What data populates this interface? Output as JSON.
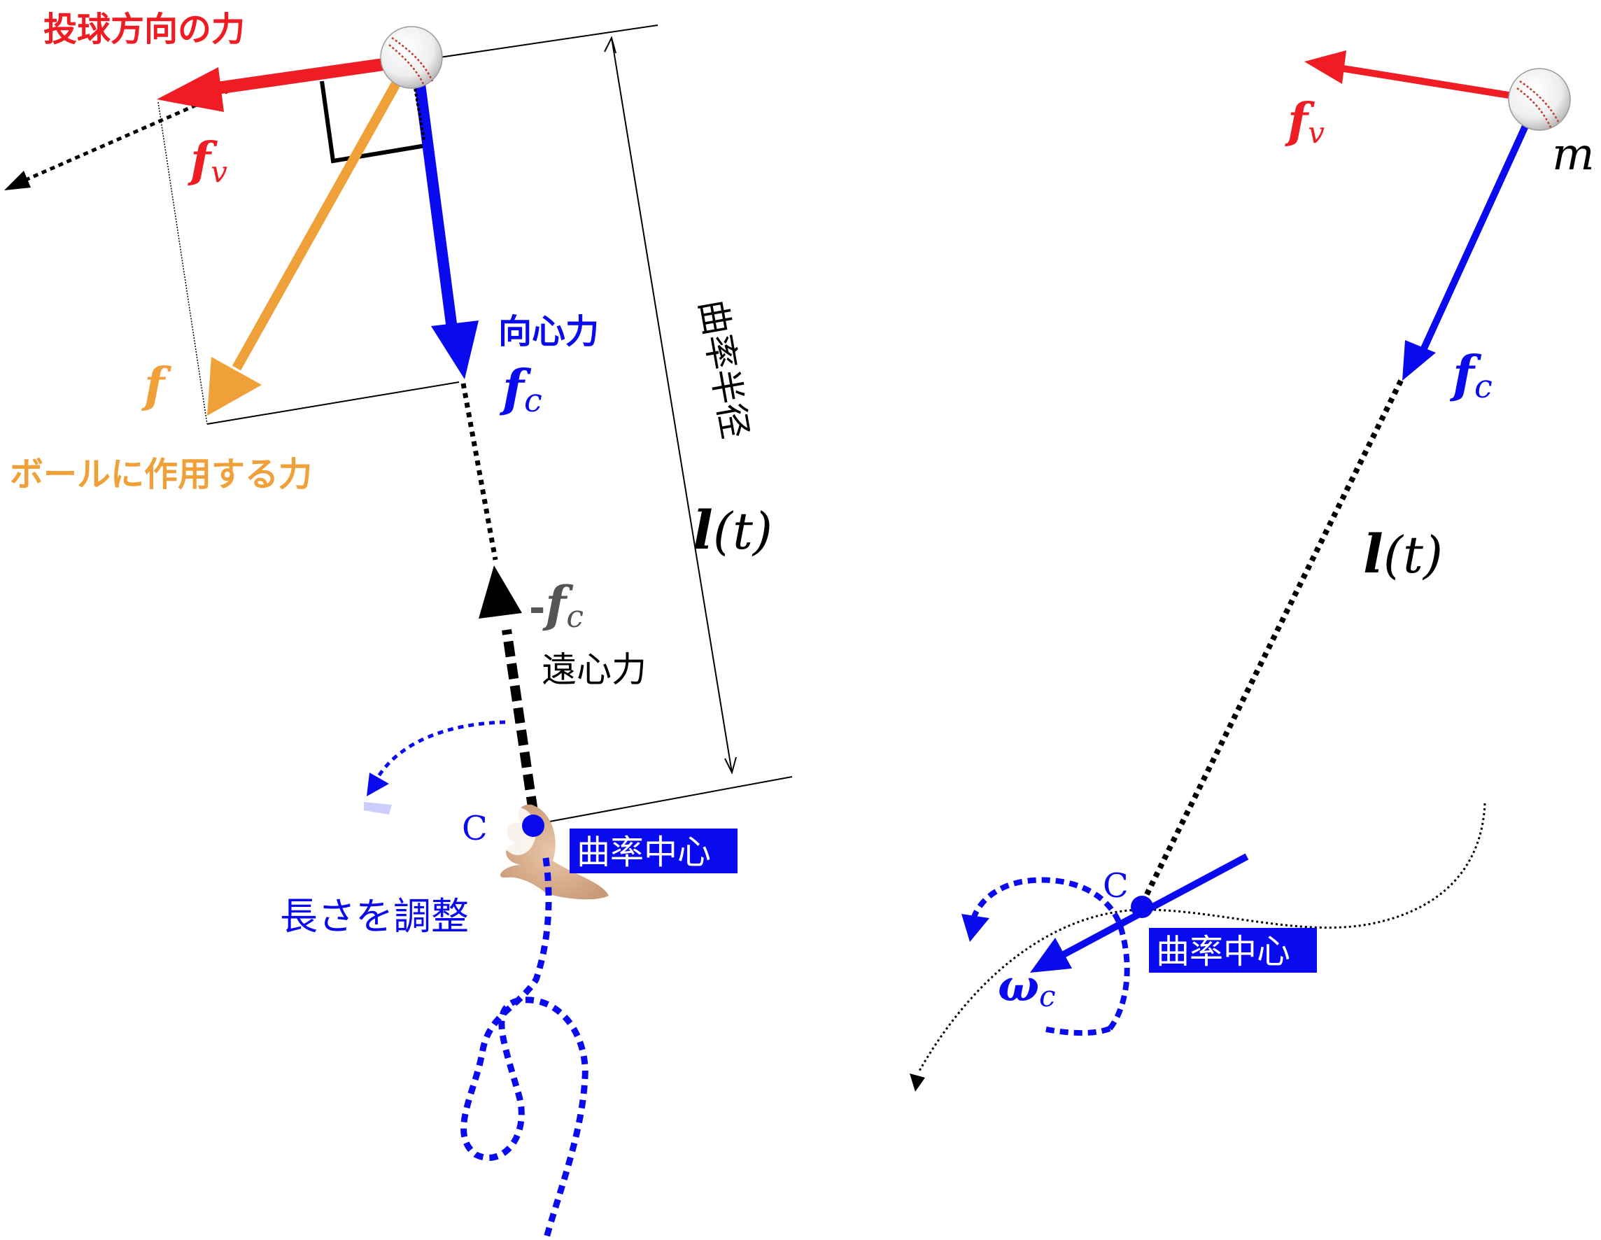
{
  "left": {
    "throw_direction_label": "投球方向の力",
    "fv_symbol": "f",
    "fv_sub": "v",
    "f_symbol": "f",
    "ball_force_label": "ボールに作用する力",
    "centripetal_label": "向心力",
    "fc_symbol": "f",
    "fc_sub": "c",
    "radius_label": "曲率半径",
    "length_symbol": "l",
    "length_arg": "(t)",
    "neg_fc_prefix": "-",
    "neg_fc_symbol": "f",
    "neg_fc_sub": "c",
    "centrifugal_label": "遠心力",
    "center_point": "C",
    "center_label": "曲率中心",
    "adjust_label": "長さを調整"
  },
  "right": {
    "fv_symbol": "f",
    "fv_sub": "v",
    "mass_symbol": "m",
    "fc_symbol": "f",
    "fc_sub": "c",
    "length_symbol": "l",
    "length_arg": "(t)",
    "center_point": "C",
    "center_label": "曲率中心",
    "omega_symbol": "ω",
    "omega_sub": "c"
  },
  "colors": {
    "red": "#f01c24",
    "orange": "#f0a038",
    "blue": "#0a0aee",
    "black": "#000000",
    "gray": "#555555",
    "label_bg": "#0a0aee",
    "label_text": "#ffffff"
  }
}
